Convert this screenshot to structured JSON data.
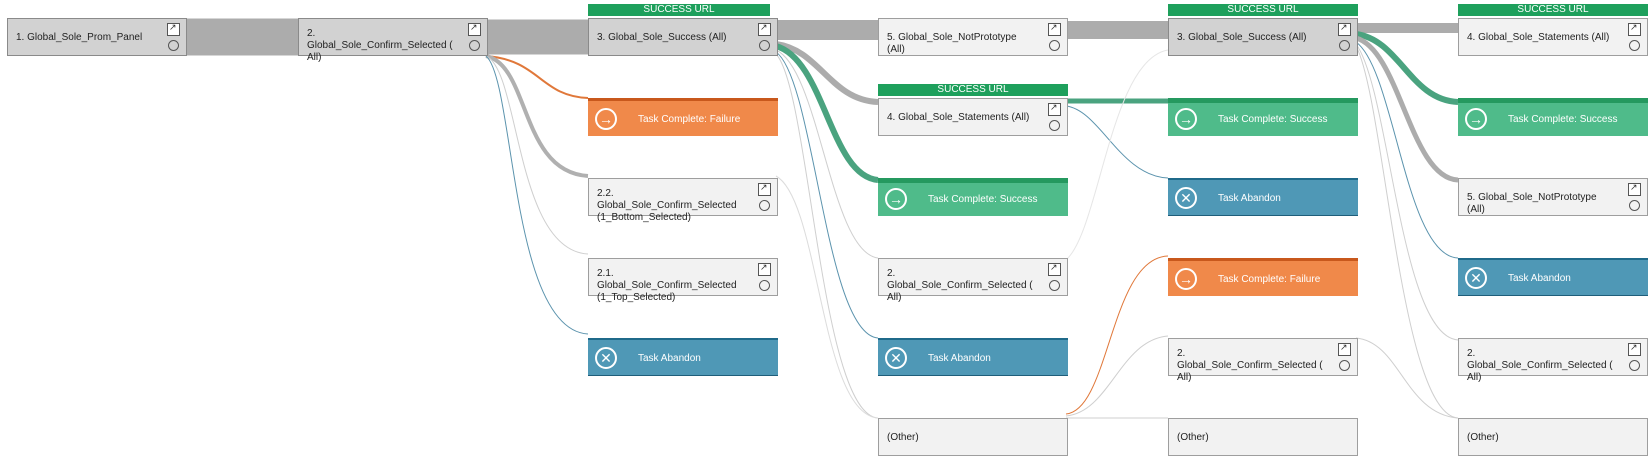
{
  "success_url_label": "SUCCESS URL",
  "nodes": {
    "c1_prom_panel": "1. Global_Sole_Prom_Panel",
    "c2_confirm": "2. Global_Sole_Confirm_Selected ( All)",
    "c3_success": "3. Global_Sole_Success (All)",
    "c3_failure": "Task Complete: Failure",
    "c3_confirm_bottom": "2.2. Global_Sole_Confirm_Selected (1_Bottom_Selected)",
    "c3_confirm_top": "2.1. Global_Sole_Confirm_Selected (1_Top_Selected)",
    "c3_abandon": "Task Abandon",
    "c4_notprototype": "5. Global_Sole_NotPrototype (All)",
    "c4_statements": "4. Global_Sole_Statements (All)",
    "c4_success": "Task Complete: Success",
    "c4_confirm": "2. Global_Sole_Confirm_Selected ( All)",
    "c4_abandon": "Task Abandon",
    "c4_other": "(Other)",
    "c5_success_page": "3. Global_Sole_Success (All)",
    "c5_success": "Task Complete: Success",
    "c5_abandon": "Task Abandon",
    "c5_failure": "Task Complete: Failure",
    "c5_confirm": "2. Global_Sole_Confirm_Selected ( All)",
    "c5_other": "(Other)",
    "c6_statements": "4. Global_Sole_Statements (All)",
    "c6_success": "Task Complete: Success",
    "c6_notprototype": "5. Global_Sole_NotPrototype (All)",
    "c6_abandon": "Task Abandon",
    "c6_confirm": "2. Global_Sole_Confirm_Selected ( All)",
    "c6_other": "(Other)"
  },
  "icons": {
    "open": "open-external-icon",
    "gear": "settings-gear-icon",
    "arrow": "arrow-right-circle-icon",
    "close": "close-x-circle-icon"
  },
  "colors": {
    "flow_main": "#acacac",
    "flow_success": "#4aa37f",
    "flow_failure": "#e0783a",
    "flow_abandon": "#5b93ad",
    "tag_success": "#1ea05c"
  }
}
